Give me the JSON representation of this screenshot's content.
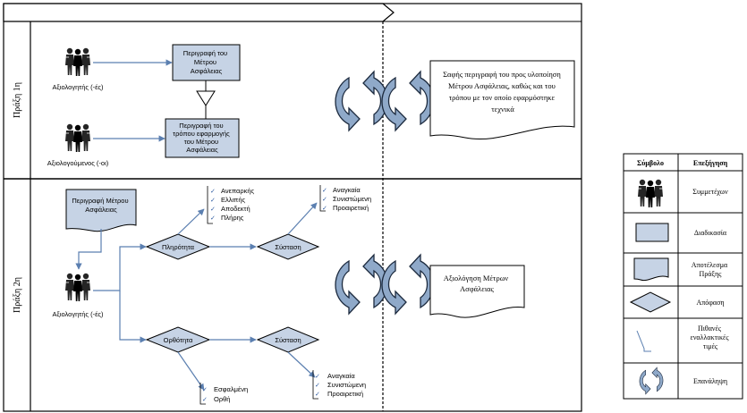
{
  "lanes": {
    "phase1": "Πράξη 1η",
    "phase2": "Πράξη 2η"
  },
  "phase1": {
    "actor_evaluator": "Αξιολογητής (-ές)",
    "actor_evaluated": "Αξιολογούμενος (-οι)",
    "box_description": [
      "Περιγραφή του",
      "Μέτρου",
      "Ασφάλειας"
    ],
    "box_implementation": [
      "Περιγραφή του",
      "τρόπου εφαρμογής",
      "του Μέτρου",
      "Ασφάλειας"
    ],
    "result": [
      "Σαφής περιγραφή του προς υλοποίηση",
      "Μέτρου Ασφάλειας, καθώς και του",
      "τρόπου με τον οποίο εφαρμόστηκε",
      "τεχνικά"
    ]
  },
  "phase2": {
    "doc_input": [
      "Περιγραφή Μέτρου",
      "Ασφάλειας"
    ],
    "actor_evaluator": "Αξιολογητής (-ές)",
    "decision_completeness": "Πληρότητα",
    "decision_correctness": "Ορθότητα",
    "recommend_1": "Σύσταση",
    "recommend_2": "Σύσταση",
    "completeness_values": [
      "Ανεπαρκής",
      "Ελλιπής",
      "Αποδεκτή",
      "Πλήρης"
    ],
    "recommend_values_1": [
      "Αναγκαία",
      "Συνιστώμενη",
      "Προαιρετική"
    ],
    "correctness_values": [
      "Εσφαλμένη",
      "Ορθή"
    ],
    "recommend_values_2": [
      "Αναγκαία",
      "Συνιστώμενη",
      "Προαιρετική"
    ],
    "result": [
      "Αξιολόγηση Μέτρων",
      "Ασφάλειας"
    ]
  },
  "legend": {
    "header_symbol": "Σύμβολο",
    "header_explanation": "Επεξήγηση",
    "rows": [
      {
        "icon": "participants-icon",
        "label": [
          "Συμμετέχων"
        ]
      },
      {
        "icon": "process-box-icon",
        "label": [
          "Διαδικασία"
        ]
      },
      {
        "icon": "document-icon",
        "label": [
          "Αποτέλεσμα",
          "Πράξης"
        ]
      },
      {
        "icon": "decision-diamond-icon",
        "label": [
          "Απόφαση"
        ]
      },
      {
        "icon": "values-bracket-icon",
        "label": [
          "Πιθανές",
          "εναλλακτικές",
          "τιμές"
        ]
      },
      {
        "icon": "repeat-arrows-icon",
        "label": [
          "Επανάληψη"
        ]
      }
    ]
  },
  "colors": {
    "box_fill": "#c6d3e5",
    "edge": "#5b7fb0",
    "check": "#2c5aa0",
    "cycle_fill": "#8fa9c9"
  }
}
